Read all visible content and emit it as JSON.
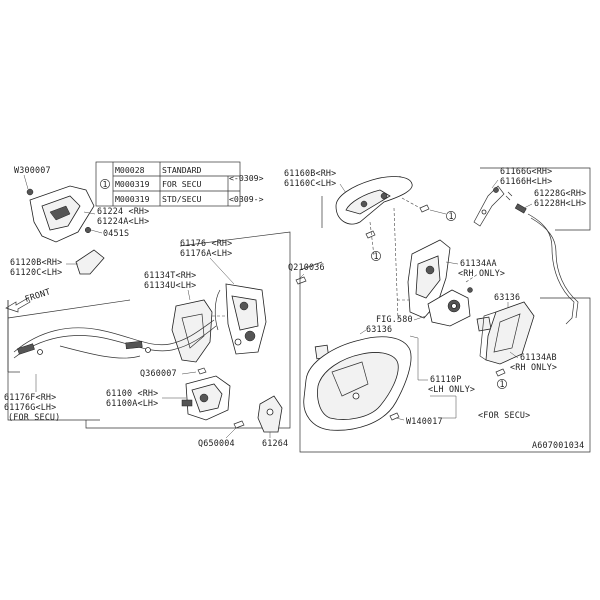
{
  "table": {
    "ref": "1",
    "rows": [
      {
        "code": "M00028",
        "desc": "STANDARD",
        "range": "<-0309>"
      },
      {
        "code": "M000319",
        "desc": "FOR SECU",
        "range": ""
      },
      {
        "code": "M000319",
        "desc": "STD/SECU",
        "range": "<0309->"
      }
    ]
  },
  "labels": {
    "w300007": "W300007",
    "p61224": "61224 <RH>",
    "p61224a": "61224A<LH>",
    "p0451s": "0451S",
    "p61120b": "61120B<RH>",
    "p61120c": "61120C<LH>",
    "p61176": "61176 <RH>",
    "p61176a": "61176A<LH>",
    "q210036": "Q210036",
    "p61134t": "61134T<RH>",
    "p61134u": "61134U<LH>",
    "front": "FRONT",
    "q360007": "Q360007",
    "p61100": "61100 <RH>",
    "p61100a": "61100A<LH>",
    "p61176f": "61176F<RH>",
    "p61176g": "61176G<LH>",
    "for_secu1": "(FOR SECU)",
    "q650004": "Q650004",
    "p61264": "61264",
    "p61160b": "61160B<RH>",
    "p61160c": "61160C<LH>",
    "p61166g": "61166G<RH>",
    "p61166h": "61166H<LH>",
    "p61228g": "61228G<RH>",
    "p61228h": "61228H<LH>",
    "p61134aa": "61134AA",
    "rh_only1": "<RH ONLY>",
    "fig580": "FIG.580",
    "p63136a": "63136",
    "p63136b": "63136",
    "p61110p": "61110P",
    "lh_only": "<LH ONLY>",
    "w140017": "W140017",
    "p61134ab": "61134AB",
    "rh_only2": "<RH ONLY>",
    "for_secu2": "<FOR SECU>",
    "ref_code": "A607001034",
    "callout": "1"
  }
}
